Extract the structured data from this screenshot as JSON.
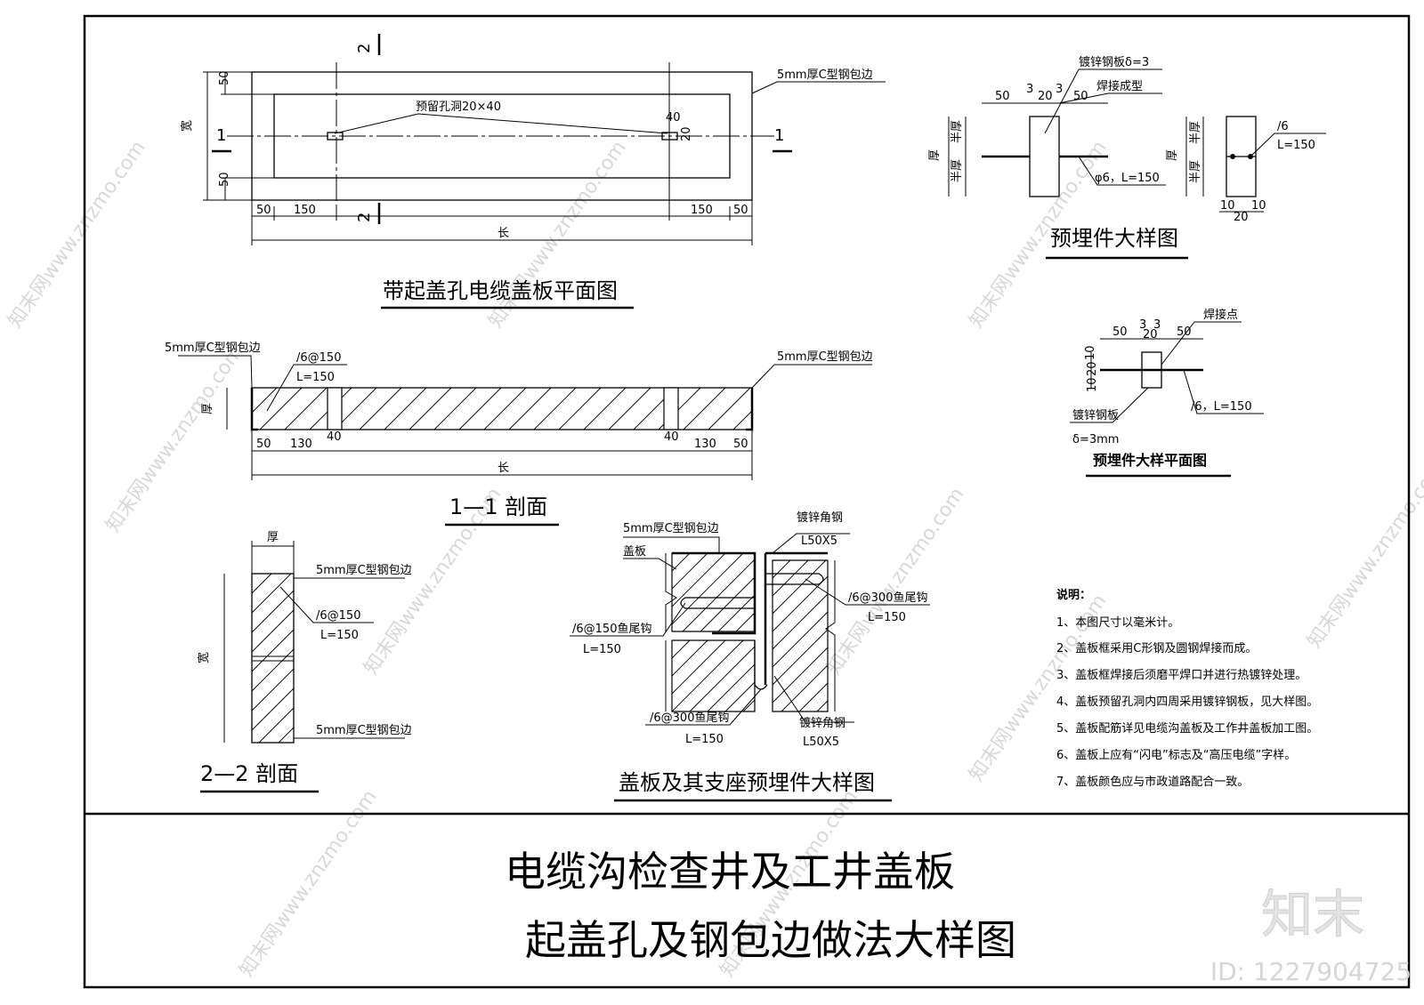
{
  "plan": {
    "title": "带起盖孔电缆盖板平面图",
    "edge_label": "5mm厚C型钢包边",
    "hole_label": "预留孔洞20×40",
    "width_label": "宽",
    "length_label": "长",
    "section1": "1",
    "section2": "2",
    "dims": [
      "50",
      "150",
      "150",
      "50",
      "50",
      "50",
      "40",
      "20"
    ]
  },
  "embed": {
    "title": "预埋件大样图",
    "plate_label": "镀锌钢板δ=3",
    "weld_label": "焊接成型",
    "bar_label": "φ6，L=150",
    "bar_right1": "/6",
    "bar_right2": "L=150",
    "thick_label": "厚",
    "half_label": "半厚",
    "dims_top": [
      "50",
      "3",
      "20",
      "3",
      "50"
    ],
    "dims_bottom": [
      "10",
      "20",
      "10"
    ]
  },
  "embed_plan": {
    "title": "预埋件大样平面图",
    "weld_point": "焊接点",
    "plate_label": "镀锌钢板",
    "delta_label": "δ=3mm",
    "bar_label": "/6，L=150",
    "dims_top": [
      "50",
      "3",
      "3",
      "20",
      "50"
    ],
    "dims_left": [
      "10",
      "20",
      "10"
    ]
  },
  "section11": {
    "title": "1—1 剖面",
    "edge_left": "5mm厚C型钢包边",
    "edge_right": "5mm厚C型钢包边",
    "bar1": "/6@150",
    "bar2": "L=150",
    "thick_label": "厚",
    "length_label": "长",
    "dims": [
      "50",
      "130",
      "40",
      "40",
      "130",
      "50"
    ]
  },
  "section22": {
    "title": "2—2 剖面",
    "thick_label": "厚",
    "width_label": "宽",
    "edge_top": "5mm厚C型钢包边",
    "edge_bottom": "5mm厚C型钢包边",
    "bar1": "/6@150",
    "bar2": "L=150"
  },
  "support": {
    "title": "盖板及其支座预埋件大样图",
    "edge": "5mm厚C型钢包边",
    "slab": "盖板",
    "angle_top": "镀锌角钢",
    "angle_top2": "L50X5",
    "hook_right1": "/6@300鱼尾钩",
    "hook_right2": "L=150",
    "hook_left1": "/6@150鱼尾钩",
    "hook_left2": "L=150",
    "hook_bot1": "/6@300鱼尾钩",
    "hook_bot2": "L=150",
    "angle_bot": "镀锌角钢",
    "angle_bot2": "L50X5"
  },
  "notes": {
    "heading": "说明：",
    "items": [
      "1、本图尺寸以毫米计。",
      "2、盖板框采用C形钢及圆钢焊接而成。",
      "3、盖板框焊接后须磨平焊口并进行热镀锌处理。",
      "4、盖板预留孔洞内四周采用镀锌钢板，见大样图。",
      "5、盖板配筋详见电缆沟盖板及工作井盖板加工图。",
      "6、盖板上应有“闪电”标志及“高压电缆”字样。",
      "7、盖板颜色应与市政道路配合一致。"
    ]
  },
  "title_block": {
    "line1": "电缆沟检查井及工井盖板",
    "line2": "起盖孔及钢包边做法大样图"
  },
  "watermark": {
    "logo": "知末",
    "id": "ID: 1227904725",
    "text": "知末网www.znzmo.com"
  }
}
